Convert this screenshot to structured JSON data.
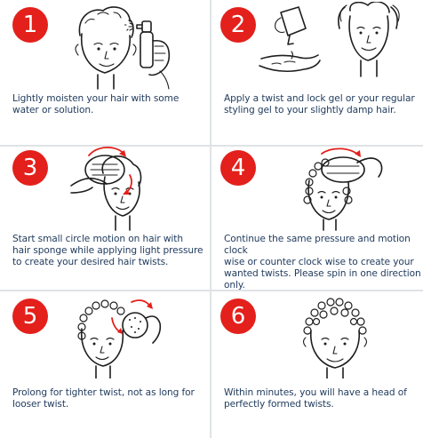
{
  "accent_color": "#e3201b",
  "text_color": "#1f3a5c",
  "divider_color": "#dfe3e6",
  "steps": [
    {
      "number": "1",
      "icon": "spray-bottle-head-illustration",
      "text": "Lightly moisten your hair with some\nwater or solution."
    },
    {
      "number": "2",
      "icon": "gel-tube-hands-illustration",
      "text": "Apply a twist and lock gel or your regular\nstyling gel to your slightly damp hair."
    },
    {
      "number": "3",
      "icon": "sponge-circle-motion-illustration",
      "text": "Start small circle motion on hair with\nhair sponge while applying light pressure\nto create your desired hair twists."
    },
    {
      "number": "4",
      "icon": "sponge-clockwise-illustration",
      "text": "Continue the same pressure and motion clock\nwise or counter clock wise to create your\nwanted twists. Please spin in one direction only."
    },
    {
      "number": "5",
      "icon": "sponge-side-twist-illustration",
      "text": "Prolong for tighter twist, not as long for\nlooser twist."
    },
    {
      "number": "6",
      "icon": "twisted-hair-head-illustration",
      "text": "Within minutes, you will have a head of\nperfectly formed twists."
    }
  ]
}
